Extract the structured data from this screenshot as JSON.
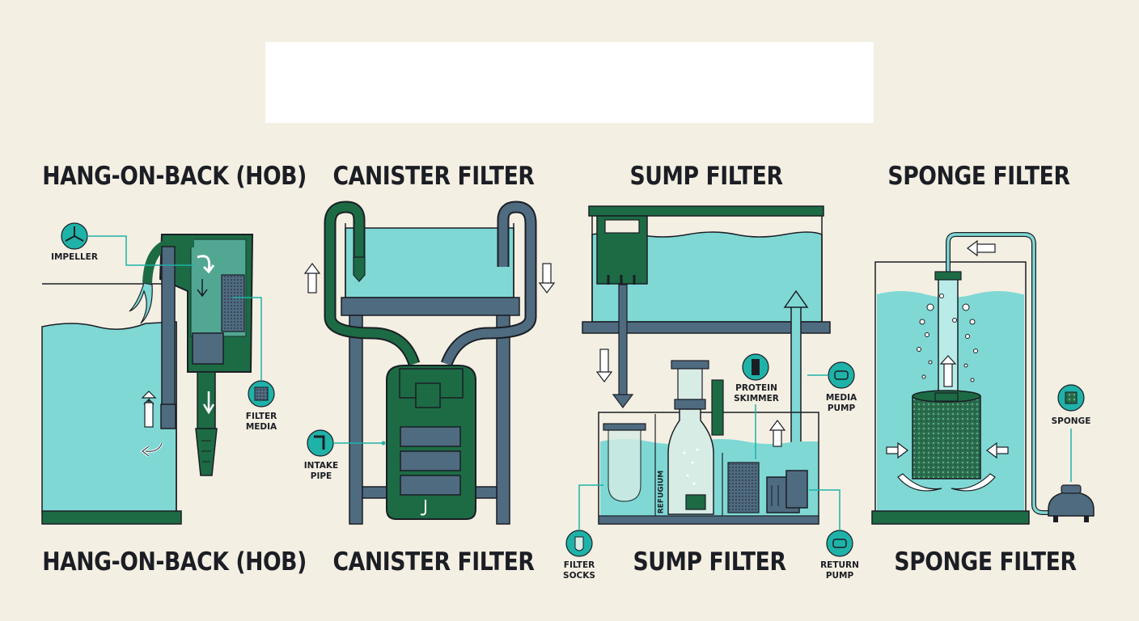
{
  "banner": "",
  "sections": [
    {
      "title_top": "HANG-ON-BACK (HOB)",
      "title_bottom": "HANG-ON-BACK (HOB)"
    },
    {
      "title_top": "CANISTER FILTER",
      "title_bottom": "CANISTER FILTER"
    },
    {
      "title_top": "SUMP FILTER",
      "title_bottom": "SUMP FILTER"
    },
    {
      "title_top": "SPONGE FILTER",
      "title_bottom": "SPONGE FILTER"
    }
  ],
  "labels": {
    "impeller": "IMPELLER",
    "filter_media": "FILTER\nMEDIA",
    "intake_pipe": "INTAKE\nPIPE",
    "protein_skimmer": "PROTEIN\nSKIMMER",
    "media_pump": "MEDIA\nPUMP",
    "refugium": "REFUGIUM",
    "filter_socks": "FILTER\nSOCKS",
    "return_pump": "RETURN\nPUMP",
    "sponge": "SPONGE"
  },
  "colors": {
    "background": "#f4efe3",
    "water": "#7fd8d4",
    "dark_green": "#1c6b45",
    "slate": "#4f6b80",
    "teal_accent": "#1fb2a8",
    "outline": "#1b1e24"
  },
  "icons": [
    "impeller-icon",
    "filter-media-icon",
    "intake-pipe-icon",
    "protein-skimmer-icon",
    "media-pump-icon",
    "filter-socks-icon",
    "return-pump-icon",
    "sponge-icon",
    "flow-arrow-icon"
  ]
}
